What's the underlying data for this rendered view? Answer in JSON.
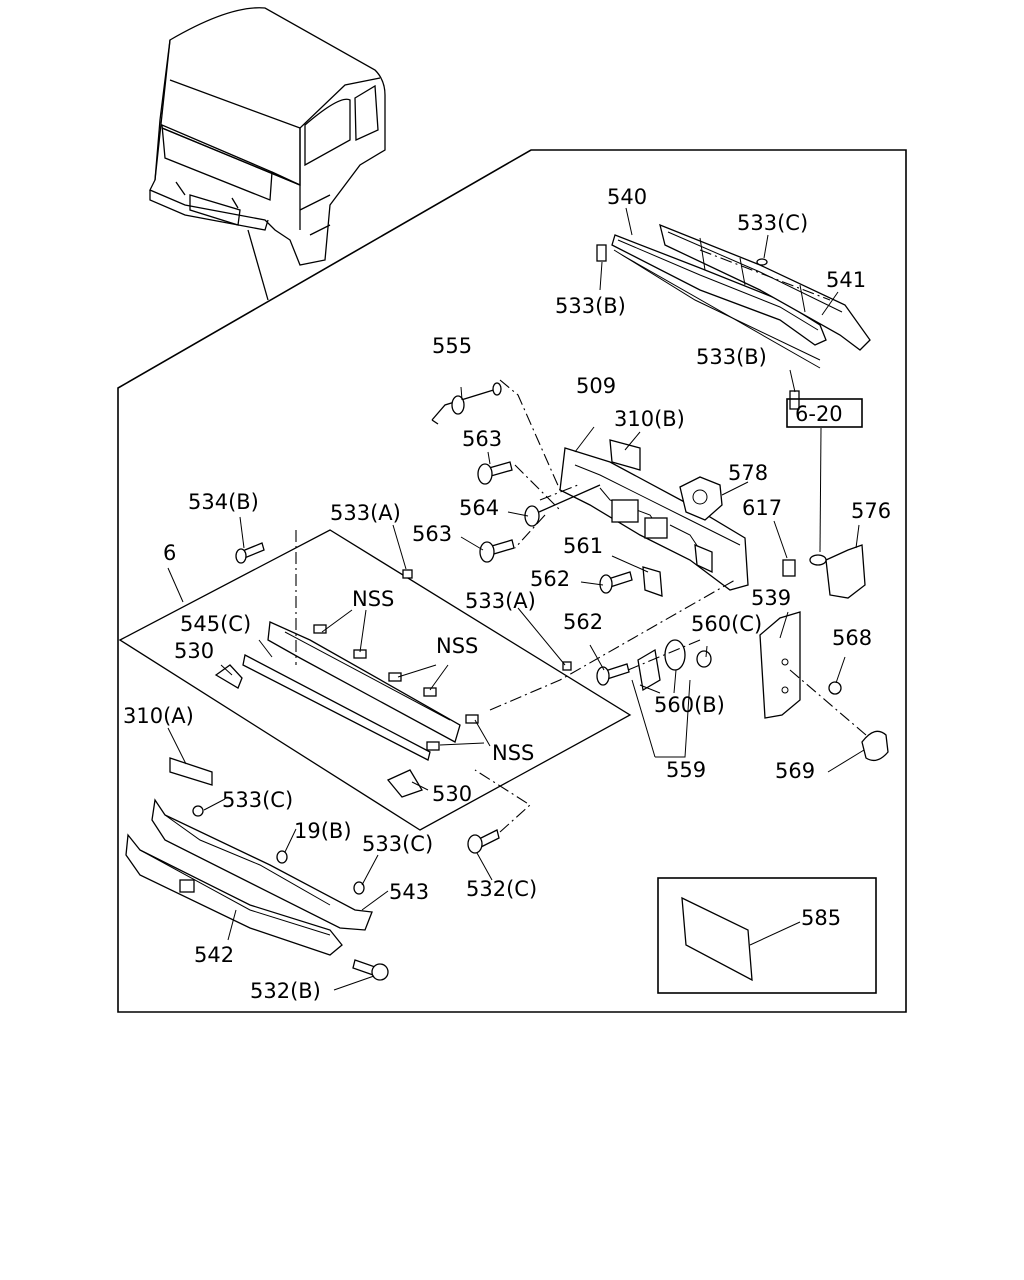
{
  "callouts": {
    "c540": "540",
    "c533c_top": "533(C)",
    "c541": "541",
    "c533b_top": "533(B)",
    "c533b_mid": "533(B)",
    "c555": "555",
    "c509": "509",
    "c310b": "310(B)",
    "c563_a": "563",
    "c578": "578",
    "c6_20": "6-20",
    "c534b": "534(B)",
    "c533a_left": "533(A)",
    "c564": "564",
    "c617": "617",
    "c576": "576",
    "c6": "6",
    "c563_b": "563",
    "c561": "561",
    "c562_a": "562",
    "c539": "539",
    "nss_1": "NSS",
    "c533a_mid": "533(A)",
    "c545c": "545(C)",
    "nss_2": "NSS",
    "c562_b": "562",
    "c560c": "560(C)",
    "c568": "568",
    "c530_a": "530",
    "c310a": "310(A)",
    "c560b": "560(B)",
    "nss_3": "NSS",
    "c559": "559",
    "c569": "569",
    "c533c_left": "533(C)",
    "c530_b": "530",
    "c19b": "19(B)",
    "c533c_low": "533(C)",
    "c543": "543",
    "c532c": "532(C)",
    "c585": "585",
    "c542": "542",
    "c532b": "532(B)"
  }
}
